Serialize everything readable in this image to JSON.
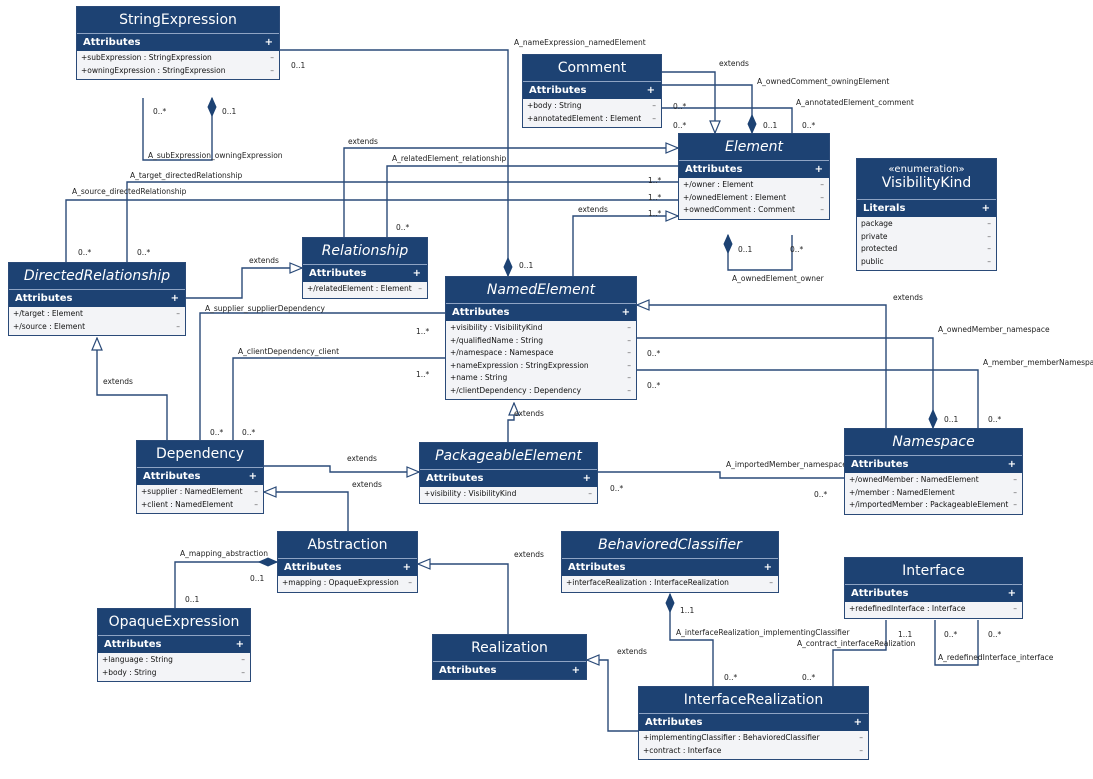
{
  "section_label": "Attributes",
  "literals_label": "Literals",
  "plus": "+",
  "minus": "–",
  "classes": {
    "string_expression": {
      "name": "StringExpression",
      "rows": [
        "+subExpression : StringExpression",
        "+owningExpression : StringExpression"
      ]
    },
    "comment": {
      "name": "Comment",
      "rows": [
        "+body : String",
        "+annotatedElement : Element"
      ]
    },
    "element": {
      "name": "Element",
      "rows": [
        "+/owner : Element",
        "+/ownedElement : Element",
        "+ownedComment : Comment"
      ]
    },
    "visibility_kind": {
      "stereotype": "«enumeration»",
      "name": "VisibilityKind",
      "rows": [
        "package",
        "private",
        "protected",
        "public"
      ]
    },
    "relationship": {
      "name": "Relationship",
      "rows": [
        "+/relatedElement : Element"
      ]
    },
    "directed_relationship": {
      "name": "DirectedRelationship",
      "rows": [
        "+/target : Element",
        "+/source : Element"
      ]
    },
    "named_element": {
      "name": "NamedElement",
      "rows": [
        "+visibility : VisibilityKind",
        "+/qualifiedName : String",
        "+/namespace : Namespace",
        "+nameExpression : StringExpression",
        "+name : String",
        "+/clientDependency : Dependency"
      ]
    },
    "dependency": {
      "name": "Dependency",
      "rows": [
        "+supplier : NamedElement",
        "+client : NamedElement"
      ]
    },
    "packageable_element": {
      "name": "PackageableElement",
      "rows": [
        "+visibility : VisibilityKind"
      ]
    },
    "namespace": {
      "name": "Namespace",
      "rows": [
        "+/ownedMember : NamedElement",
        "+/member : NamedElement",
        "+/importedMember : PackageableElement"
      ]
    },
    "abstraction": {
      "name": "Abstraction",
      "rows": [
        "+mapping : OpaqueExpression"
      ]
    },
    "behaviored_classifier": {
      "name": "BehavioredClassifier",
      "rows": [
        "+interfaceRealization : InterfaceRealization"
      ]
    },
    "interface": {
      "name": "Interface",
      "rows": [
        "+redefinedInterface : Interface"
      ]
    },
    "opaque_expression": {
      "name": "OpaqueExpression",
      "rows": [
        "+language : String",
        "+body : String"
      ]
    },
    "realization": {
      "name": "Realization",
      "rows": []
    },
    "interface_realization": {
      "name": "InterfaceRealization",
      "rows": [
        "+implementingClassifier : BehavioredClassifier",
        "+contract : Interface"
      ]
    }
  },
  "edge_labels": {
    "a_name_expression": "A_nameExpression_namedElement",
    "a_sub_expression": "A_subExpression_owningExpression",
    "a_owned_comment": "A_ownedComment_owningElement",
    "a_annotated_element": "A_annotatedElement_comment",
    "a_related_element": "A_relatedElement_relationship",
    "a_target": "A_target_directedRelationship",
    "a_source": "A_source_directedRelationship",
    "a_owned_element": "A_ownedElement_owner",
    "a_supplier": "A_supplier_supplierDependency",
    "a_client_dependency": "A_clientDependency_client",
    "a_owned_member": "A_ownedMember_namespace",
    "a_member": "A_member_memberNamespace",
    "a_imported_member": "A_importedMember_namespace",
    "a_mapping": "A_mapping_abstraction",
    "a_interface_realization": "A_interfaceRealization_implementingClassifier",
    "a_contract": "A_contract_interfaceRealization",
    "a_redefined_interface": "A_redefinedInterface_interface",
    "extends": "extends",
    "m_0_1": "0..1",
    "m_0_star": "0..*",
    "m_1_star": "1..*",
    "m_1_1": "1..1"
  }
}
